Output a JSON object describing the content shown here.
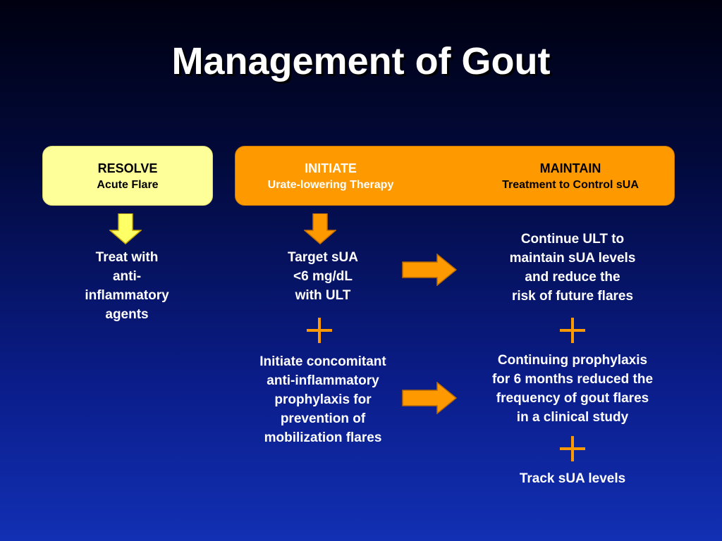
{
  "title": "Management of Gout",
  "resolve": {
    "title": "RESOLVE",
    "subtitle": "Acute Flare"
  },
  "initiate": {
    "title": "INITIATE",
    "subtitle": "Urate-lowering Therapy"
  },
  "maintain": {
    "title": "MAINTAIN",
    "subtitle": "Treatment to Control sUA"
  },
  "resolve_body": [
    "Treat with",
    "anti-",
    "inflammatory",
    "agents"
  ],
  "initiate_step1": [
    "Target sUA",
    "<6 mg/dL",
    "with ULT"
  ],
  "initiate_step2": [
    "Initiate concomitant",
    "anti-inflammatory",
    "prophylaxis for",
    "prevention of",
    "mobilization flares"
  ],
  "maintain_step1": [
    "Continue ULT to",
    "maintain sUA levels",
    "and reduce the",
    "risk of future flares"
  ],
  "maintain_step2": [
    "Continuing prophylaxis",
    "for 6 months reduced the",
    "frequency of gout flares",
    "in a clinical study"
  ],
  "maintain_step3": [
    "Track sUA levels"
  ],
  "colors": {
    "resolve_box": "#ffff99",
    "initiate_box": "#ff9900",
    "arrow_orange": "#ff9900",
    "arrow_yellow": "#ffff66",
    "plus": "#ff9900"
  },
  "icons": {
    "down_arrow": "arrow-down-icon",
    "right_arrow": "arrow-right-icon",
    "plus": "plus-icon"
  }
}
